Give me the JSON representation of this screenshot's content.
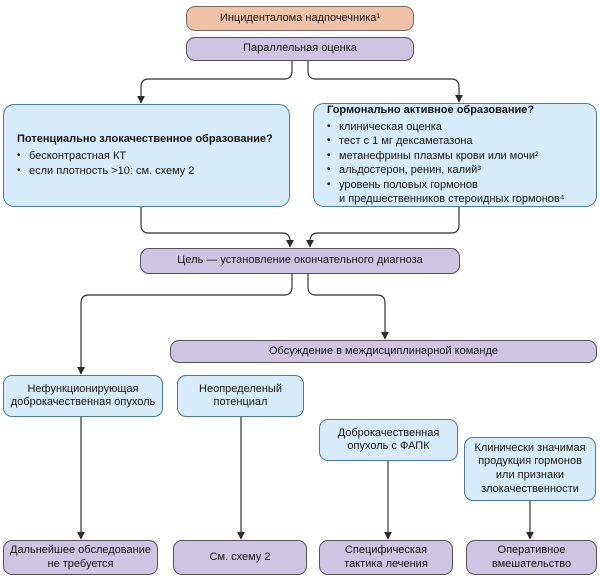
{
  "bullet_char": "•",
  "colors": {
    "salmon_fill": "#f1c2aa",
    "salmon_border": "#7c6a60",
    "lavender_fill": "#cdc5e1",
    "lavender_border": "#57515d",
    "blue_fill": "#d7ecf8",
    "blue_border": "#497a9f",
    "arrow": "#2b2b2b"
  },
  "nodes": {
    "incidentaloma": {
      "label": "Инциденталома надпочечника¹"
    },
    "parallel": {
      "label": "Параллельная оценка"
    },
    "malignant": {
      "title": "Потенциально злокачественное образование?",
      "bullets": [
        "бесконтрастная КТ",
        "если плотность >10: см. схему 2"
      ]
    },
    "hormonal": {
      "title": "Гормонально активное образование?",
      "bullets": [
        "клиническая оценка",
        "тест с 1 мг дексаметазона",
        "метанефрины плазмы крови или мочи²",
        "альдостерон, ренин, калий³",
        "уровень половых гормонов\nи предшественников стероидных гормонов⁴"
      ]
    },
    "goal": {
      "label": "Цель — установление окончательного диагноза"
    },
    "discussion": {
      "label": "Обсуждение в междисциплинарной команде"
    },
    "cat_nonfunctioning": {
      "label": "Нефункционирующая доброкачественная опухоль"
    },
    "cat_uncertain": {
      "label": "Неопределеный потенциал"
    },
    "cat_benign_fapc": {
      "label": "Доброкачественная опухоль с ФАПК"
    },
    "cat_significant": {
      "label": "Клинически значимая продукция гормонов или признаки злокачественности"
    },
    "out_no_followup": {
      "label": "Дальнейшее обследование не требуется"
    },
    "out_scheme2": {
      "label": "См. схему 2"
    },
    "out_specific": {
      "label": "Специфическая тактика лечения"
    },
    "out_surgery": {
      "label": "Оперативное вмешательство"
    }
  }
}
